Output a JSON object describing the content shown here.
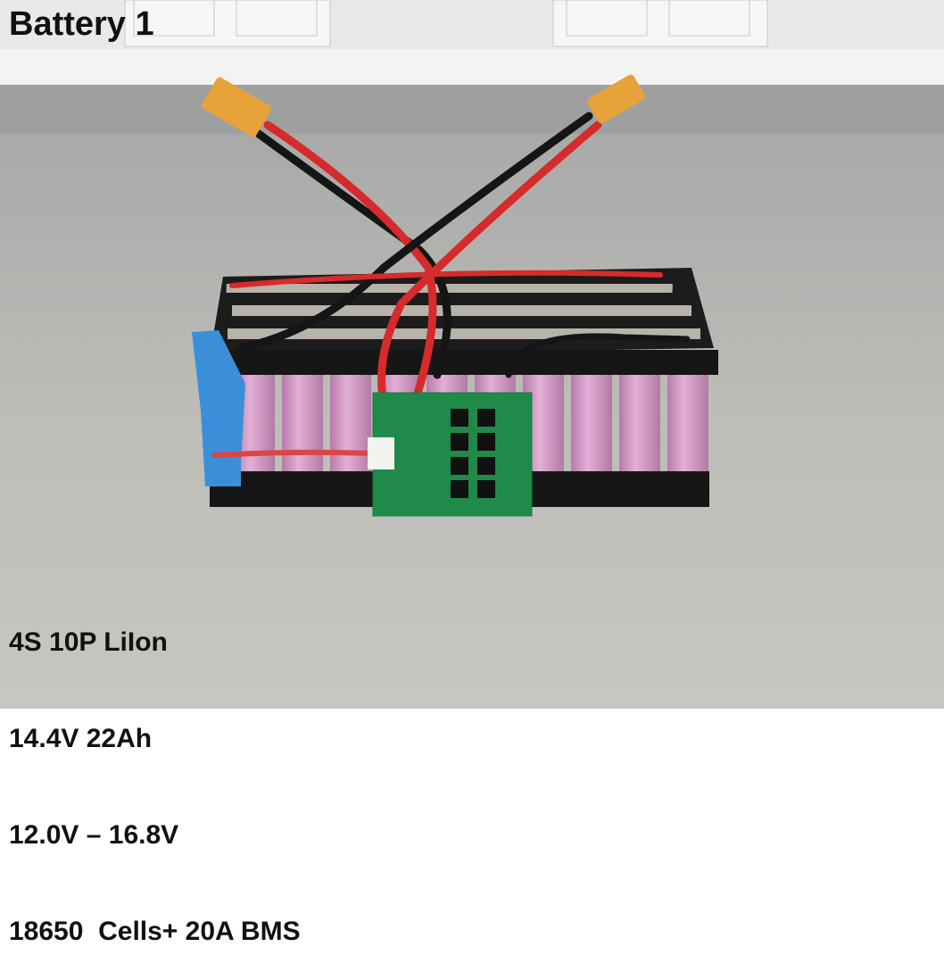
{
  "title": "Battery 1",
  "specs": [
    "4S 10P LiIon",
    "14.4V 22Ah",
    "12.0V – 16.8V",
    "18650  Cells+ 20A BMS"
  ],
  "colors": {
    "wall": "#ebebe9",
    "table": "#b9b9b5",
    "cell": "#d49ac9",
    "holder": "#1a1a1a",
    "pcb": "#1f8a4a",
    "connector": "#e8a23a",
    "tape": "#3b8fd8"
  }
}
